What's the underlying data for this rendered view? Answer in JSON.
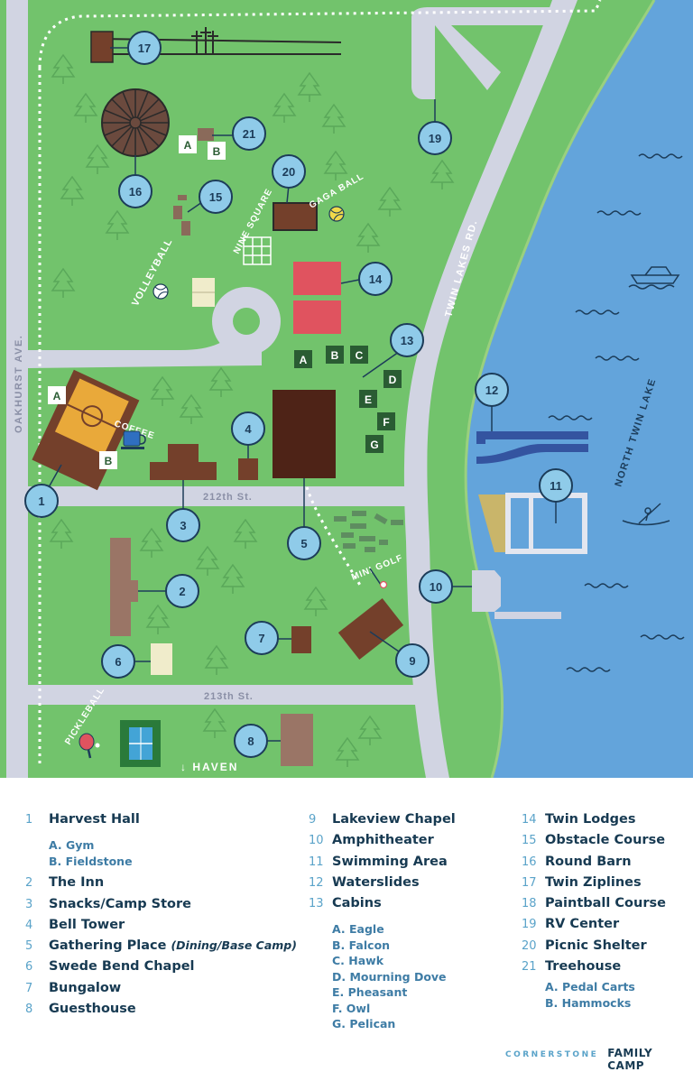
{
  "map": {
    "streets": {
      "oakhurst": "OAKHURST AVE.",
      "twin_lakes": "TWIN LAKES RD.",
      "st212": "212th St.",
      "st213": "213th St.",
      "haven": "↓ HAVEN",
      "lake": "NORTH TWIN LAKE"
    },
    "activities": {
      "volleyball": "VOLLEYBALL",
      "nine_square": "NINE SQUARE",
      "gaga_ball": "GAGA BALL",
      "coffee": "COFFEE",
      "mini_golf": "MINI GOLF",
      "pickleball": "PICKLEBALL"
    },
    "sub_letters": {
      "gym": "A",
      "fieldstone": "B",
      "pedal_carts": "A",
      "hammocks": "B",
      "eagle": "A",
      "falcon": "B",
      "hawk": "C",
      "mourning_dove": "D",
      "pheasant": "E",
      "owl": "F",
      "pelican": "G"
    },
    "markers": {
      "m1": "1",
      "m2": "2",
      "m3": "3",
      "m4": "4",
      "m5": "5",
      "m6": "6",
      "m7": "7",
      "m8": "8",
      "m9": "9",
      "m10": "10",
      "m11": "11",
      "m12": "12",
      "m13": "13",
      "m14": "14",
      "m15": "15",
      "m16": "16",
      "m17": "17",
      "m19": "19",
      "m20": "20",
      "m21": "21"
    },
    "colors": {
      "grass": "#72c36c",
      "road": "#d1d4e2",
      "water": "#63a4db",
      "building": "#74402b",
      "marker": "#8fcbe9",
      "navy": "#1c3c59"
    }
  },
  "legend": {
    "col1": [
      {
        "num": "1",
        "name": "Harvest Hall",
        "subs": [
          "A. Gym",
          "B. Fieldstone"
        ]
      },
      {
        "num": "2",
        "name": "The Inn"
      },
      {
        "num": "3",
        "name": "Snacks/Camp Store"
      },
      {
        "num": "4",
        "name": "Bell Tower"
      },
      {
        "num": "5",
        "name": "Gathering Place",
        "note": "(Dining/Base Camp)"
      },
      {
        "num": "6",
        "name": "Swede Bend Chapel"
      },
      {
        "num": "7",
        "name": "Bungalow"
      },
      {
        "num": "8",
        "name": "Guesthouse"
      }
    ],
    "col2": [
      {
        "num": "9",
        "name": "Lakeview Chapel"
      },
      {
        "num": "10",
        "name": "Amphitheater"
      },
      {
        "num": "11",
        "name": "Swimming Area"
      },
      {
        "num": "12",
        "name": "Waterslides"
      },
      {
        "num": "13",
        "name": "Cabins",
        "subs": [
          "A. Eagle",
          "B. Falcon",
          "C. Hawk",
          "D. Mourning Dove",
          "E. Pheasant",
          "F. Owl",
          "G. Pelican"
        ]
      }
    ],
    "col3": [
      {
        "num": "14",
        "name": "Twin Lodges"
      },
      {
        "num": "15",
        "name": "Obstacle Course"
      },
      {
        "num": "16",
        "name": "Round Barn"
      },
      {
        "num": "17",
        "name": "Twin Ziplines"
      },
      {
        "num": "18",
        "name": "Paintball Course"
      },
      {
        "num": "19",
        "name": "RV Center"
      },
      {
        "num": "20",
        "name": "Picnic Shelter"
      },
      {
        "num": "21",
        "name": "Treehouse",
        "subs": [
          "A. Pedal Carts",
          "B. Hammocks"
        ]
      }
    ]
  },
  "brand": {
    "org": "CORNERSTONE",
    "camp": "FAMILY CAMP"
  }
}
